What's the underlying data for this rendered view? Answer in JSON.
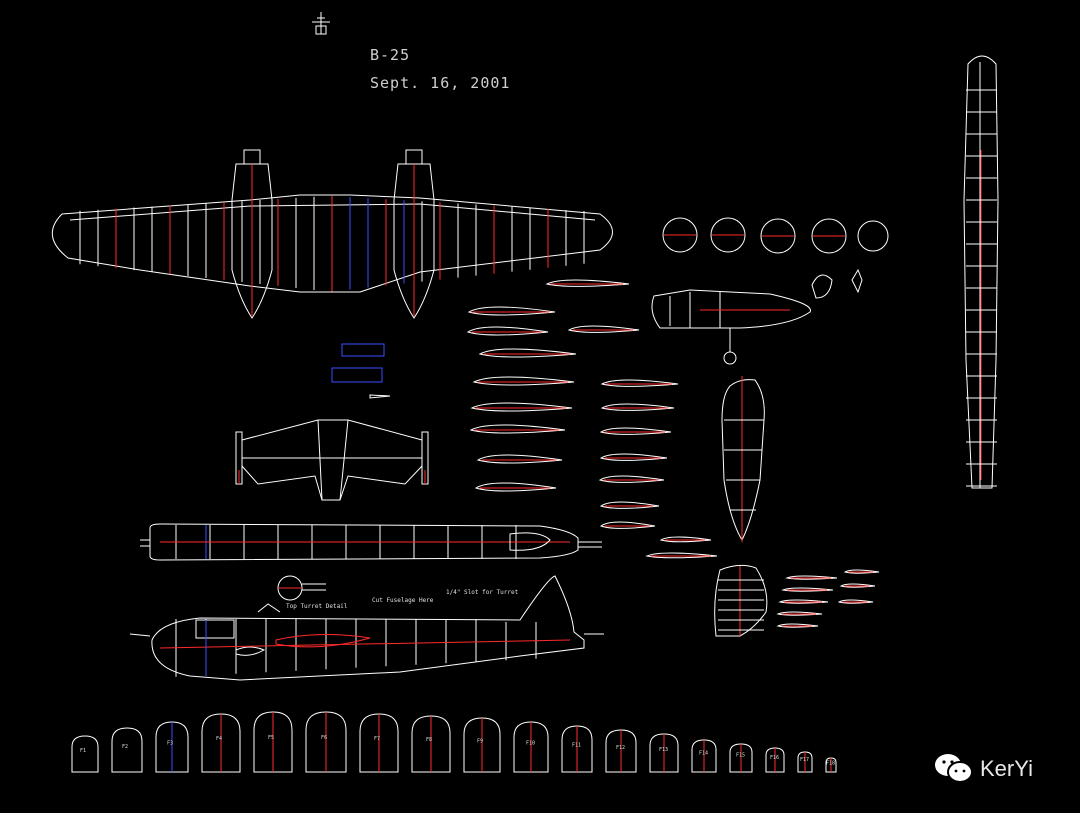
{
  "drawing": {
    "title": "B-25",
    "date": "Sept. 16, 2001"
  },
  "watermark": {
    "brand": "KerYi",
    "icon": "wechat-icon"
  },
  "colors": {
    "background": "#000000",
    "lines": "#ffffff",
    "accent_red": "#ff2a2a",
    "accent_blue": "#3a4dff"
  },
  "callouts": {
    "top_turret": "Top Turret Detail",
    "slot": "1/4\" Slot for Turret",
    "cut_line": "Cut Fuselage Here"
  },
  "former_labels": [
    "F1",
    "F2",
    "F3",
    "F4",
    "F5",
    "F6",
    "F7",
    "F8",
    "F9",
    "F10",
    "F11",
    "F12",
    "F13",
    "F14",
    "F15",
    "F16",
    "F17",
    "F18"
  ]
}
